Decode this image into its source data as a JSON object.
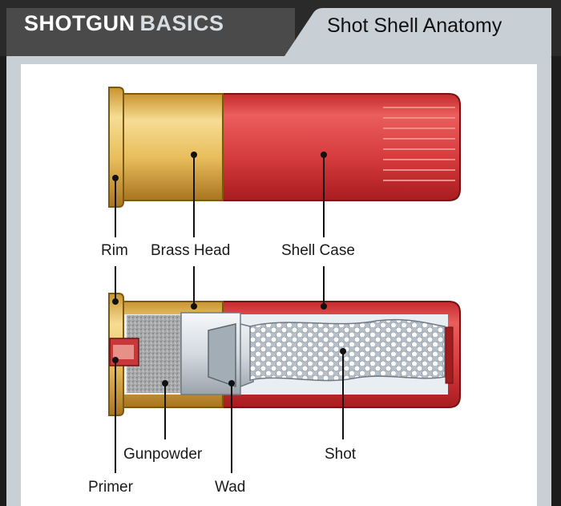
{
  "header": {
    "brand_word_1": "SHOTGUN",
    "brand_word_2": "BASICS",
    "section_title": "Shot Shell Anatomy"
  },
  "labels": {
    "rim": "Rim",
    "brass_head": "Brass Head",
    "shell_case": "Shell Case",
    "gunpowder": "Gunpowder",
    "shot": "Shot",
    "primer": "Primer",
    "wad": "Wad"
  },
  "colors": {
    "brass": "#e0b550",
    "shell_red": "#d93a3c",
    "header_dark": "#4a4a4a",
    "panel_frame": "#c8d0d6"
  }
}
